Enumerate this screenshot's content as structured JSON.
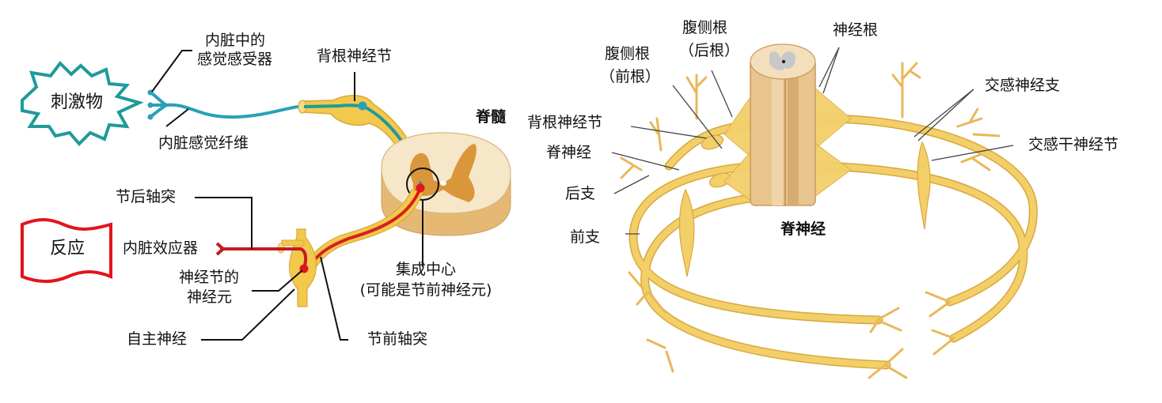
{
  "left_diagram": {
    "stimulus": "刺激物",
    "response": "反应",
    "labels": {
      "visceral_receptor_line1": "内脏中的",
      "visceral_receptor_line2": "感觉感受器",
      "dorsal_root_ganglion": "背根神经节",
      "spinal_cord": "脊髓",
      "visceral_sensory_fiber": "内脏感觉纤维",
      "postganglionic_axon": "节后轴突",
      "visceral_effector": "内脏效应器",
      "ganglion_neuron_line1": "神经节的",
      "ganglion_neuron_line2": "神经元",
      "autonomic_nerve": "自主神经",
      "integration_center_line1": "集成中心",
      "integration_center_line2": "(可能是节前神经元)",
      "preganglionic_axon": "节前轴突"
    },
    "colors": {
      "stimulus_outline": "#1f9a9a",
      "response_outline": "#e3141b",
      "sensory_fiber": "#2aa0b8",
      "motor_fiber": "#d6201e",
      "nerve_sheath": "#f2c94c",
      "spinal_white": "#f6e7c8",
      "spinal_gray": "#d9963a"
    }
  },
  "right_diagram": {
    "labels": {
      "ventral_root_front_line1": "腹侧根",
      "ventral_root_front_line2": "（前根）",
      "ventral_root_back_line1": "腹侧根",
      "ventral_root_back_line2": "（后根）",
      "nerve_roots": "神经根",
      "dorsal_root_ganglion": "背根神经节",
      "spinal_nerve": "脊神经",
      "posterior_ramus": "后支",
      "anterior_ramus": "前支",
      "sympathetic_branch": "交感神经支",
      "sympathetic_trunk_ganglion": "交感干神经节",
      "title": "脊神经"
    },
    "colors": {
      "nerve": "#f3cf6a",
      "nerve_edge": "#d9a83a",
      "cord": "#e8c48f",
      "cord_shade": "#c99a5e",
      "cord_top_gray": "#c8c8c8"
    }
  }
}
